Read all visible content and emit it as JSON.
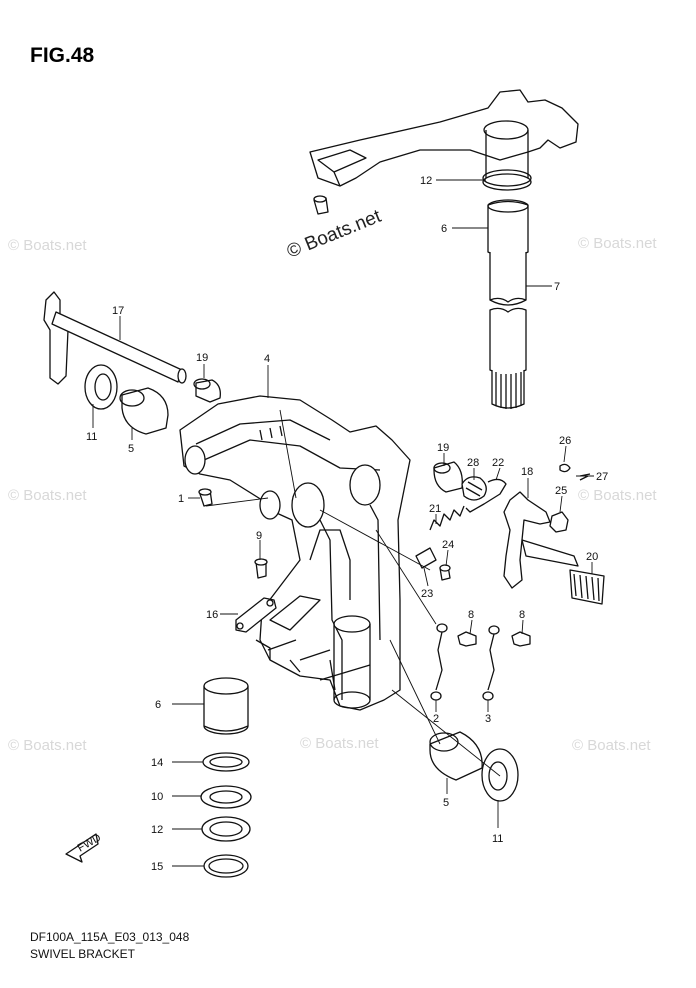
{
  "title": "FIG.48",
  "footer": {
    "code": "DF100A_115A_E03_013_048",
    "name": "SWIVEL BRACKET"
  },
  "watermark": "© Boats.net",
  "fwd_label": "FWD",
  "callouts": [
    {
      "id": "c12a",
      "label": "12"
    },
    {
      "id": "c6a",
      "label": "6"
    },
    {
      "id": "c7",
      "label": "7"
    },
    {
      "id": "c17",
      "label": "17"
    },
    {
      "id": "c19a",
      "label": "19"
    },
    {
      "id": "c4",
      "label": "4"
    },
    {
      "id": "c11a",
      "label": "11"
    },
    {
      "id": "c5a",
      "label": "5"
    },
    {
      "id": "c1",
      "label": "1"
    },
    {
      "id": "c9",
      "label": "9"
    },
    {
      "id": "c16",
      "label": "16"
    },
    {
      "id": "c19b",
      "label": "19"
    },
    {
      "id": "c28",
      "label": "28"
    },
    {
      "id": "c22",
      "label": "22"
    },
    {
      "id": "c26",
      "label": "26"
    },
    {
      "id": "c18",
      "label": "18"
    },
    {
      "id": "c27",
      "label": "27"
    },
    {
      "id": "c25",
      "label": "25"
    },
    {
      "id": "c21",
      "label": "21"
    },
    {
      "id": "c24",
      "label": "24"
    },
    {
      "id": "c23",
      "label": "23"
    },
    {
      "id": "c20",
      "label": "20"
    },
    {
      "id": "c8a",
      "label": "8"
    },
    {
      "id": "c8b",
      "label": "8"
    },
    {
      "id": "c2",
      "label": "2"
    },
    {
      "id": "c3",
      "label": "3"
    },
    {
      "id": "c6b",
      "label": "6"
    },
    {
      "id": "c14",
      "label": "14"
    },
    {
      "id": "c10",
      "label": "10"
    },
    {
      "id": "c12b",
      "label": "12"
    },
    {
      "id": "c15",
      "label": "15"
    },
    {
      "id": "c5b",
      "label": "5"
    },
    {
      "id": "c11b",
      "label": "11"
    }
  ]
}
